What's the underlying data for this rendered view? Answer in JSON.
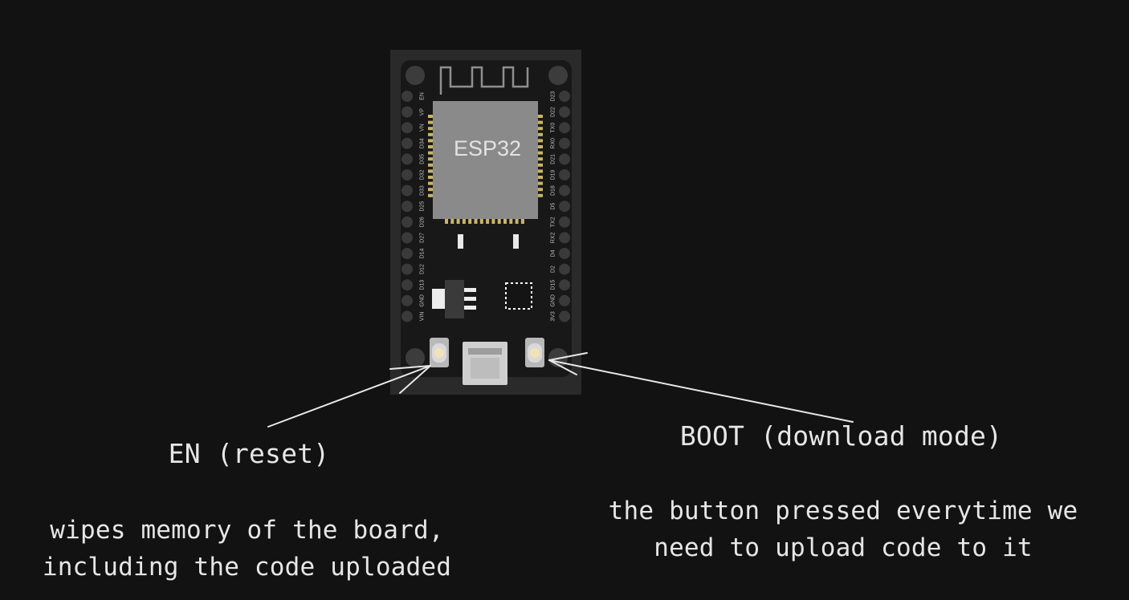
{
  "board": {
    "chip_label": "ESP32",
    "left_pins": [
      "EN",
      "VP",
      "VN",
      "D34",
      "D35",
      "D32",
      "D33",
      "D25",
      "D26",
      "D27",
      "D14",
      "D12",
      "D13",
      "GND",
      "VIN"
    ],
    "right_pins": [
      "D23",
      "D22",
      "TX0",
      "RX0",
      "D21",
      "D19",
      "D18",
      "D5",
      "TX2",
      "RX2",
      "D4",
      "D2",
      "D15",
      "GND",
      "3V3"
    ]
  },
  "annotations": {
    "en": {
      "title": "EN (reset)",
      "description_line1": "wipes memory of the board,",
      "description_line2": "including the code uploaded"
    },
    "boot": {
      "title": "BOOT (download mode)",
      "description_line1": "the button pressed everytime we",
      "description_line2": "need to upload code to it"
    }
  },
  "colors": {
    "background": "#121212",
    "board": "#1f1f1f",
    "chip": "#8a8a8a",
    "pad": "#c9b46a",
    "text": "#e6e6e6"
  }
}
